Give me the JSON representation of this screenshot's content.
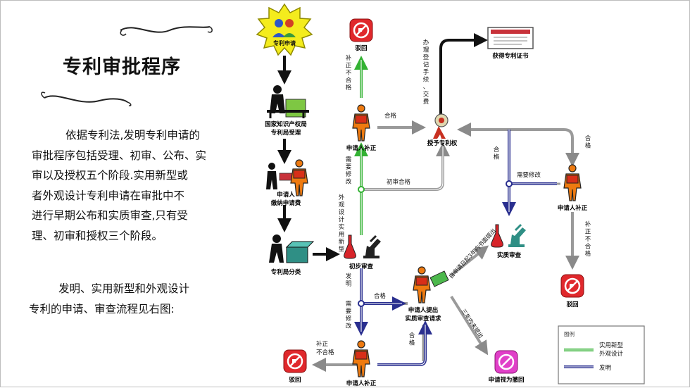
{
  "page": {
    "title": "专利审批程序",
    "para1_lines": [
      "依据专利法,发明专利申请的",
      "审批程序包括受理、初审、公布、实",
      "审以及授权五个阶段.实用新型或",
      "者外观设计专利申请在审批中不",
      "进行早期公布和实质审查,只有受",
      "理、初审和授权三个阶段。"
    ],
    "para2_lines": [
      "发明、实用新型和外观设计",
      "专利的申请、审查流程见右图:"
    ]
  },
  "diagram": {
    "nodes": {
      "apply": "专利申请",
      "accept_line1": "国家知识产权局",
      "accept_line2": "专利局受理",
      "fee_line1": "申请人",
      "fee_line2": "缴纳申请费",
      "classify": "专利局分类",
      "prelim": "初步审查",
      "reject_top": "驳回",
      "supplement_top": "申请人补正",
      "grant": "授予专利权",
      "certificate": "获得专利证书",
      "substantive": "实质审查",
      "supplement_right": "申请人补正",
      "reject_right": "驳回",
      "request_line1": "申请人提出",
      "request_line2": "实质审查请求",
      "withdrawn": "申请视为撤回",
      "supplement_bottom": "申请人补正",
      "reject_bottom": "驳回"
    },
    "labels": {
      "fail_top": "补正不合格",
      "pass_top": "合格",
      "modify_top": "需要修改",
      "prelim_pass": "初审合格",
      "utility_design": "外观设计 实用新型",
      "register": "办理登记手续、交费",
      "pass_sub": "合格",
      "modify_sub": "需要修改",
      "pass_right": "合格",
      "fail_right": "补正不合格",
      "within_3y": "自申请日起3年内书面提出",
      "not_3y": "三年内未提出",
      "invention": "发明",
      "pass_mid": "合格",
      "modify_bottom": "需要修改",
      "fail_bottom": "补正不合格",
      "pass_bottom": "合格"
    },
    "legend": {
      "title": "图例",
      "green_line1": "实用新型",
      "green_line2": "外观设计",
      "blue": "发明"
    },
    "colors": {
      "green": "#33b233",
      "blue": "#2a2f8f",
      "gray": "#9a9a9a",
      "reject_red": "#e0282c",
      "withdraw_magenta": "#e040c8",
      "person_orange": "#ee7a10"
    }
  }
}
